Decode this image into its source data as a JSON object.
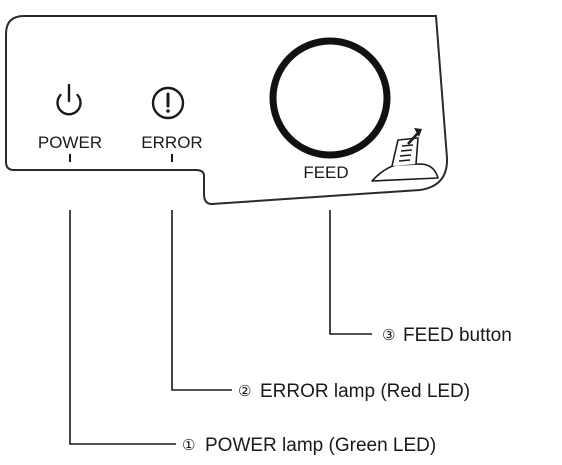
{
  "panel": {
    "power_label": "POWER",
    "error_label": "ERROR",
    "feed_label": "FEED",
    "power_icon": "power-icon",
    "error_icon": "exclamation-circle-icon",
    "feed_icon": "paper-feed-icon"
  },
  "callouts": [
    {
      "number": "③",
      "text": "FEED button"
    },
    {
      "number": "②",
      "text": "ERROR lamp (Red LED)"
    },
    {
      "number": "①",
      "text": "POWER lamp (Green LED)"
    }
  ]
}
